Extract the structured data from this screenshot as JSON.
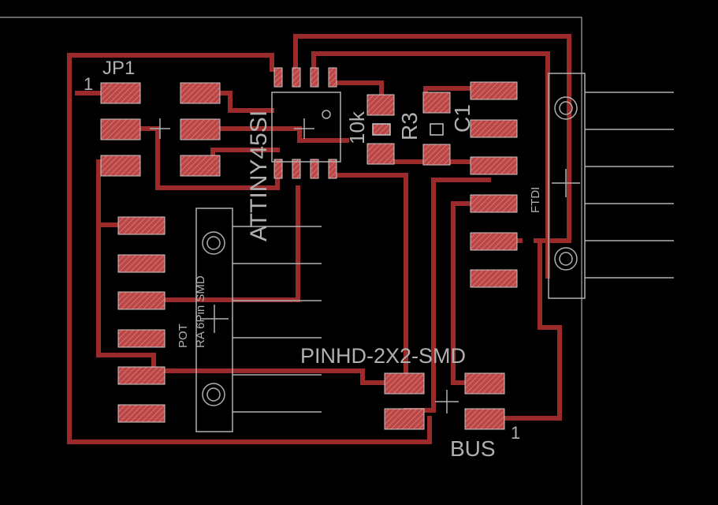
{
  "colors": {
    "background": "#000000",
    "trace": "#9b2a2a",
    "pad_fill": "#b84848",
    "pad_hatch": "#e07070",
    "silkscreen": "#b0b0b0",
    "board_outline": "#c8c8c8"
  },
  "labels": {
    "jp1_name": "JP1",
    "jp1_pin1": "1",
    "ic_name": "ATTINY45SI",
    "r1_value": "10k",
    "r3_name": "R3",
    "c1_name": "C1",
    "ftdi_name": "FTDI",
    "pot_name": "POT",
    "pot_value": "RA 6Pin SMD",
    "pinhd_name": "PINHD-2X2-SMD",
    "bus_name": "BUS",
    "bus_pin1": "1"
  }
}
